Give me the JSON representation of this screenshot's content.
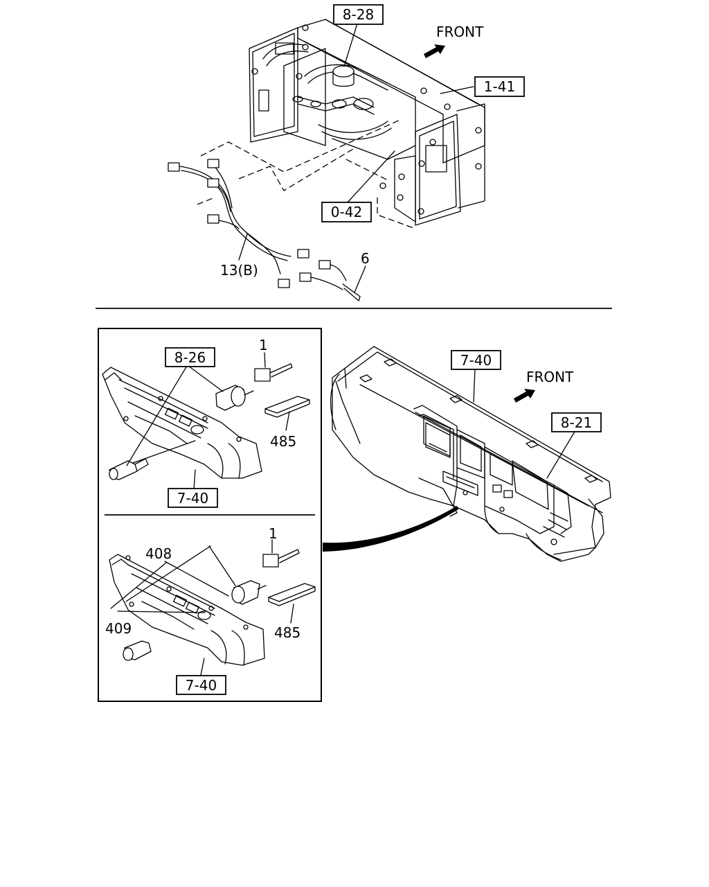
{
  "diagram": {
    "top_section": {
      "front_label": "FRONT",
      "ref_labels": {
        "hvac_unit": "8-28",
        "cab_frame": "1-41",
        "panel_lower": "0-42"
      },
      "part_labels": {
        "harness": "13(B)",
        "sub_harness": "6"
      }
    },
    "inset_upper": {
      "ref_labels": {
        "switch_assy": "8-26",
        "panel": "7-40"
      },
      "part_labels": {
        "fuse": "1",
        "label_plate": "485"
      }
    },
    "inset_lower": {
      "ref_labels": {
        "panel": "7-40"
      },
      "part_labels": {
        "socket": "408",
        "cigar_lighter": "409",
        "fuse": "1",
        "label_plate": "485"
      }
    },
    "dashboard": {
      "front_label": "FRONT",
      "ref_labels": {
        "dash_assy": "7-40",
        "meter_cluster": "8-21"
      }
    }
  }
}
